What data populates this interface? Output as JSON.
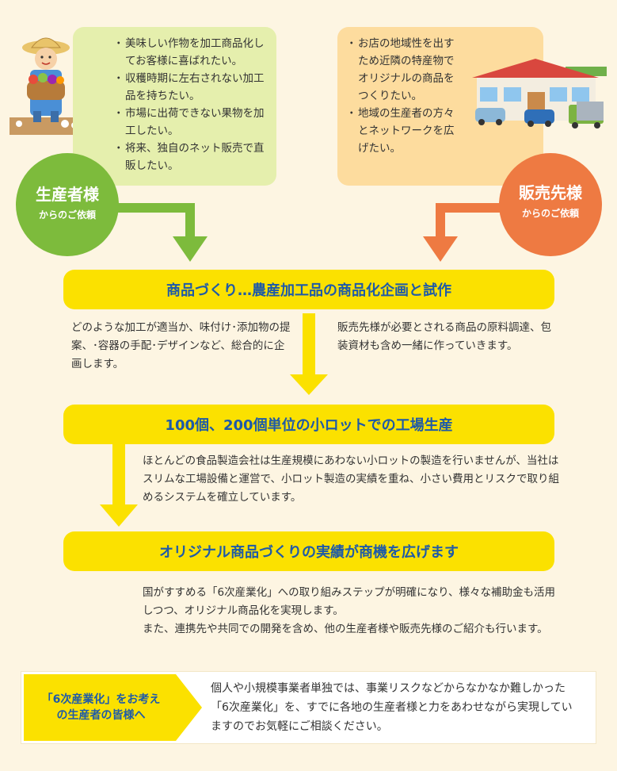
{
  "producer": {
    "bullets": [
      "美味しい作物を加工商品化してお客様に喜ばれたい。",
      "収穫時期に左右されない加工品を持ちたい。",
      "市場に出荷できない果物を加工したい。",
      "将来、独自のネット販売で直販したい。"
    ],
    "circle_title": "生産者様",
    "circle_sub": "からのご依頼"
  },
  "seller": {
    "bullets": [
      "お店の地域性を出すため近隣の特産物でオリジナルの商品をつくりたい。",
      "地域の生産者の方々とネットワークを広げたい。"
    ],
    "circle_title": "販売先様",
    "circle_sub": "からのご依頼"
  },
  "step1": {
    "title": "商品づくり…農産加工品の商品化企画と試作",
    "left": "どのような加工が適当か、味付け･添加物の提案、･容器の手配･デザインなど、総合的に企画します。",
    "right": "販売先様が必要とされる商品の原料調達、包装資材も含め一緒に作っていきます。"
  },
  "step2": {
    "title": "100個、200個単位の小ロットでの工場生産",
    "text": "ほとんどの食品製造会社は生産規模にあわない小ロットの製造を行いませんが、当社はスリムな工場設備と運営で、小ロット製造の実績を重ね、小さい費用とリスクで取り組めるシステムを確立しています。"
  },
  "step3": {
    "title": "オリジナル商品づくりの実績が商機を広げます",
    "text1": "国がすすめる「6次産業化」への取り組みステップが明確になり、様々な補助金も活用しつつ、オリジナル商品化を実現します。",
    "text2": "また、連携先や共同での開発を含め、他の生産者様や販売先様のご紹介も行います。"
  },
  "footer": {
    "label_line1": "「6次産業化」をお考え",
    "label_line2": "の生産者の皆様へ",
    "text": "個人や小規模事業者単独では、事業リスクなどからなかなか難しかった「6次産業化」を、すでに各地の生産者様と力をあわせながら実現していますのでお気軽にご相談ください。"
  },
  "colors": {
    "green": "#7dbb3c",
    "orange": "#ee7a42",
    "yellow": "#fbe100",
    "blue_text": "#1e5aa8",
    "light_green": "#e5efad",
    "light_orange": "#fddc9e"
  }
}
